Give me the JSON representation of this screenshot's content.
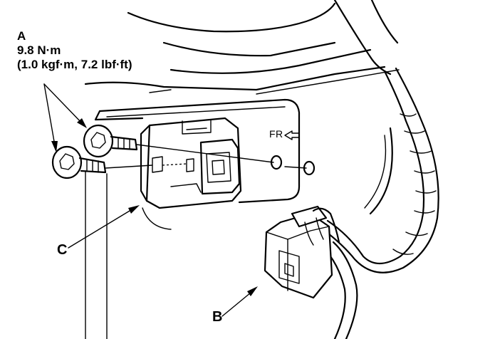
{
  "callouts": {
    "a": {
      "letter": "A",
      "torque_nm": "9.8 N·m",
      "torque_alt": "(1.0 kgf·m, 7.2 lbf·ft)"
    },
    "b": {
      "letter": "B"
    },
    "c": {
      "letter": "C"
    }
  },
  "direction_marker": {
    "text": "FR"
  },
  "colors": {
    "ink": "#000000",
    "paper": "#ffffff"
  }
}
